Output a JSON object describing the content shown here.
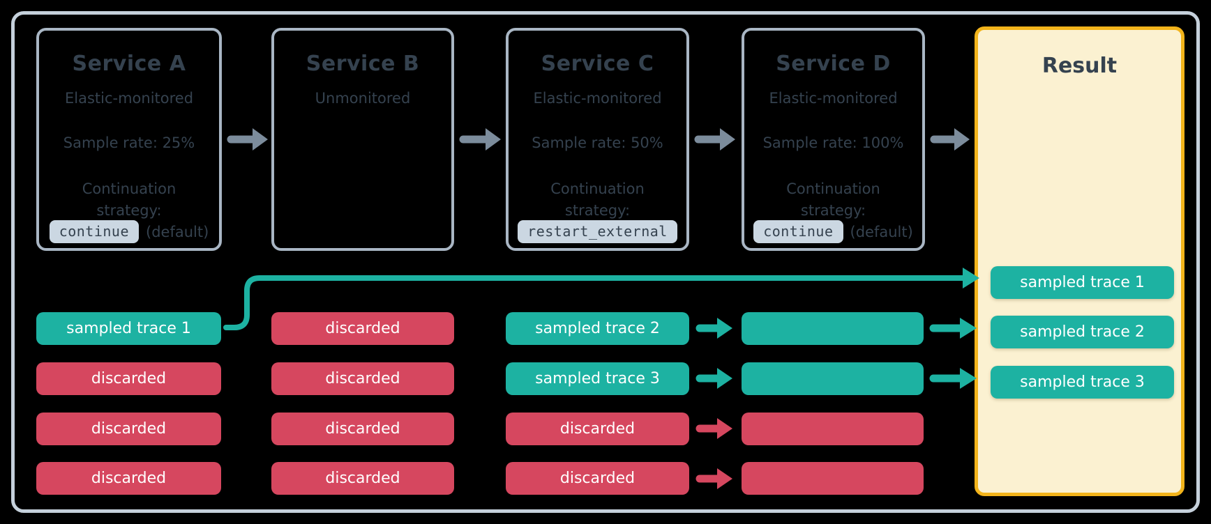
{
  "colors": {
    "background": "#000000",
    "teal": "#1DB2A2",
    "red": "#D6475F",
    "slate": "#35424F",
    "box-border": "#A9B6C4",
    "outer-border": "#C5D0DB",
    "arrow-gray": "#7C8C9C",
    "badge-bg": "#CBD7E2",
    "result-bg": "#FBF1D1",
    "result-border": "#F3B41B",
    "pill-text": "#FFFFFF"
  },
  "services": [
    {
      "title": "Service A",
      "monitoring": "Elastic-monitored",
      "sample_rate": "Sample rate: 25%",
      "continuation_line1": "Continuation",
      "continuation_line2": "strategy:",
      "strategy_code": "continue",
      "strategy_suffix": "(default)"
    },
    {
      "title": "Service B",
      "monitoring": "Unmonitored"
    },
    {
      "title": "Service C",
      "monitoring": "Elastic-monitored",
      "sample_rate": "Sample rate: 50%",
      "continuation_line1": "Continuation",
      "continuation_line2": "strategy:",
      "strategy_code": "restart_external"
    },
    {
      "title": "Service D",
      "monitoring": "Elastic-monitored",
      "sample_rate": "Sample rate: 100%",
      "continuation_line1": "Continuation",
      "continuation_line2": "strategy:",
      "strategy_code": "continue",
      "strategy_suffix": "(default)"
    }
  ],
  "result": {
    "title": "Result",
    "pills": [
      {
        "label": "sampled trace 1",
        "kind": "sampled"
      },
      {
        "label": "sampled trace 2",
        "kind": "sampled"
      },
      {
        "label": "sampled trace 3",
        "kind": "sampled"
      }
    ]
  },
  "traces": {
    "a": [
      {
        "label": "sampled trace 1",
        "kind": "sampled"
      },
      {
        "label": "discarded",
        "kind": "discarded"
      },
      {
        "label": "discarded",
        "kind": "discarded"
      },
      {
        "label": "discarded",
        "kind": "discarded"
      }
    ],
    "b": [
      {
        "label": "discarded",
        "kind": "discarded"
      },
      {
        "label": "discarded",
        "kind": "discarded"
      },
      {
        "label": "discarded",
        "kind": "discarded"
      },
      {
        "label": "discarded",
        "kind": "discarded"
      }
    ],
    "c": [
      {
        "label": "sampled trace 2",
        "kind": "sampled"
      },
      {
        "label": "sampled trace 3",
        "kind": "sampled"
      },
      {
        "label": "discarded",
        "kind": "discarded"
      },
      {
        "label": "discarded",
        "kind": "discarded"
      }
    ],
    "d": [
      {
        "label": "",
        "kind": "sampled"
      },
      {
        "label": "",
        "kind": "sampled"
      },
      {
        "label": "",
        "kind": "discarded"
      },
      {
        "label": "",
        "kind": "discarded"
      }
    ]
  }
}
